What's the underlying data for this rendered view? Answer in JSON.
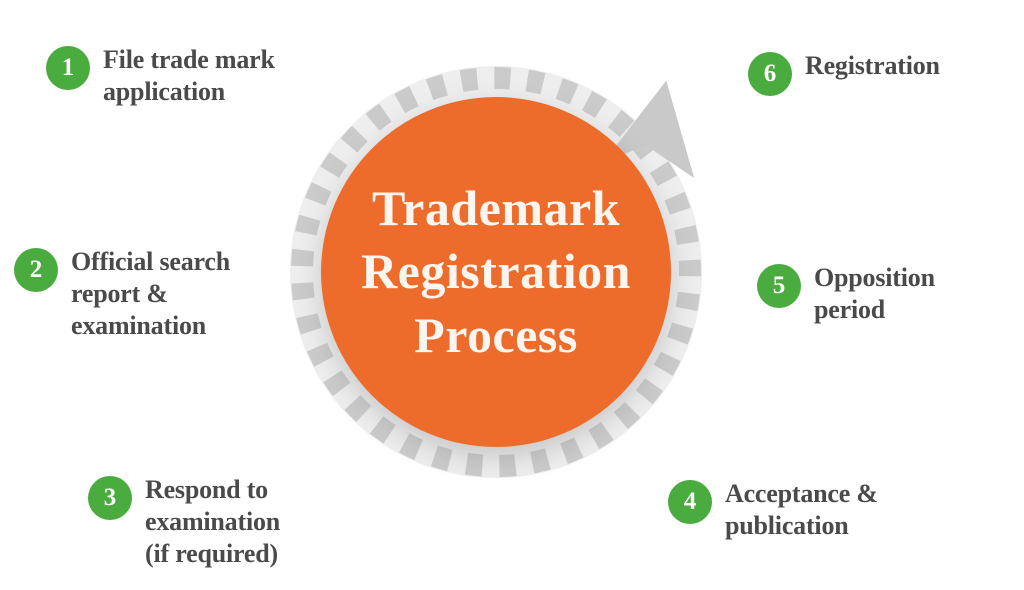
{
  "diagram": {
    "title_lines": [
      "Trademark",
      "Registration",
      "Process"
    ],
    "colors": {
      "center_circle": "#ed6c2c",
      "badge_green": "#4aab3f",
      "dash_gray": "#cccccc",
      "text_gray": "#4a4a4a",
      "background": "#ffffff",
      "title_text": "#fdf6f0"
    },
    "ring": {
      "name": "dashed-progress-ring",
      "direction": "clockwise",
      "arrow": "arrowhead-top-right"
    },
    "steps": [
      {
        "number": "1",
        "label": "File trade mark\napplication"
      },
      {
        "number": "2",
        "label": "Official search\nreport &\nexamination"
      },
      {
        "number": "3",
        "label": "Respond to\nexamination\n(if required)"
      },
      {
        "number": "4",
        "label": "Acceptance &\npublication"
      },
      {
        "number": "5",
        "label": "Opposition\nperiod"
      },
      {
        "number": "6",
        "label": "Registration"
      }
    ]
  }
}
